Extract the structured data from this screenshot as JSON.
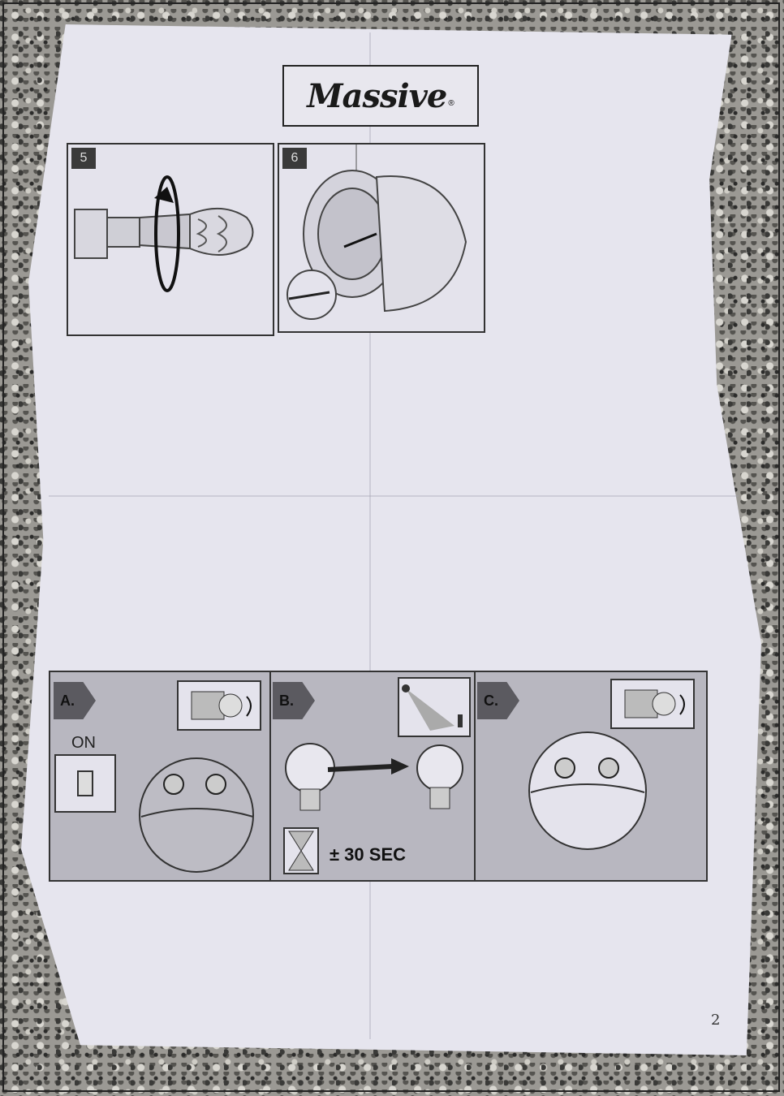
{
  "brand": {
    "name": "Massive",
    "registered": "®"
  },
  "steps": [
    {
      "number": "5"
    },
    {
      "number": "6"
    }
  ],
  "procedure": [
    {
      "tag": "A.",
      "switch_label": "ON"
    },
    {
      "tag": "B.",
      "timer_text": "± 30 SEC"
    },
    {
      "tag": "C."
    }
  ],
  "page_number": "2"
}
